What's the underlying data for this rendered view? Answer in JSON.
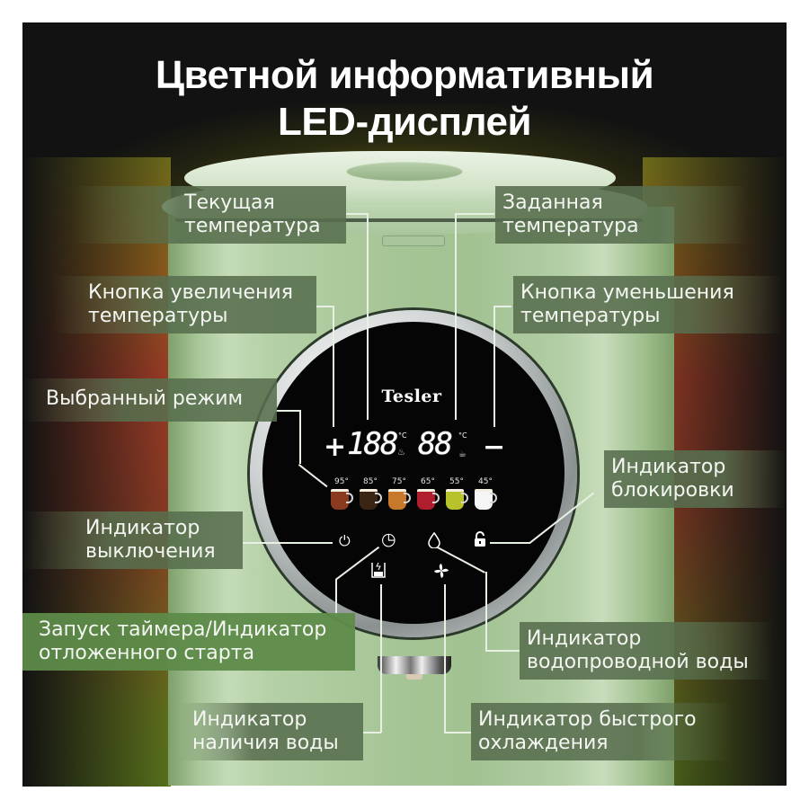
{
  "title": {
    "line1": "Цветной информативный",
    "line2": "LED-дисплей"
  },
  "brand": "Tesler",
  "display": {
    "current_temp": "188",
    "target_temp": "88",
    "unit": "°C",
    "plus_label": "+",
    "minus_label": "−",
    "mode_cups": [
      {
        "temp": "95°",
        "color": "#8a3a1e"
      },
      {
        "temp": "85°",
        "color": "#3a2414"
      },
      {
        "temp": "75°",
        "color": "#c8782a"
      },
      {
        "temp": "65°",
        "color": "#b01e2e"
      },
      {
        "temp": "55°",
        "color": "#b8c22a"
      },
      {
        "temp": "45°",
        "color": "#f6f6f6"
      }
    ],
    "icons": {
      "power": "⏻",
      "timer": "◷",
      "drop": "💧",
      "lock": "🔓",
      "water_level": "▭",
      "fan": "✢"
    }
  },
  "labels": {
    "current_temperature": {
      "line1": "Текущая",
      "line2": "температура"
    },
    "target_temperature": {
      "line1": "Заданная",
      "line2": "температура"
    },
    "increase_button": {
      "line1": "Кнопка увеличения",
      "line2": "температуры"
    },
    "decrease_button": {
      "line1": "Кнопка уменьшения",
      "line2": "температуры"
    },
    "selected_mode": {
      "line1": "Выбранный режим"
    },
    "lock_indicator": {
      "line1": "Индикатор",
      "line2": "блокировки"
    },
    "off_indicator": {
      "line1": "Индикатор",
      "line2": "выключения"
    },
    "timer_start": {
      "line1": "Запуск таймера/Индикатор",
      "line2": "отложенного старта"
    },
    "tap_water_indicator": {
      "line1": "Индикатор",
      "line2": "водопроводной воды"
    },
    "water_presence_indicator": {
      "line1": "Индикатор",
      "line2": "наличия воды"
    },
    "fast_cooling_indicator": {
      "line1": "Индикатор быстрого",
      "line2": "охлаждения"
    }
  },
  "colors": {
    "label_bg": "#586e4e",
    "label_bg_bright": "#5c8a48",
    "kettle_green": "#a6c596",
    "background": "#121212",
    "text": "#ffffff"
  }
}
